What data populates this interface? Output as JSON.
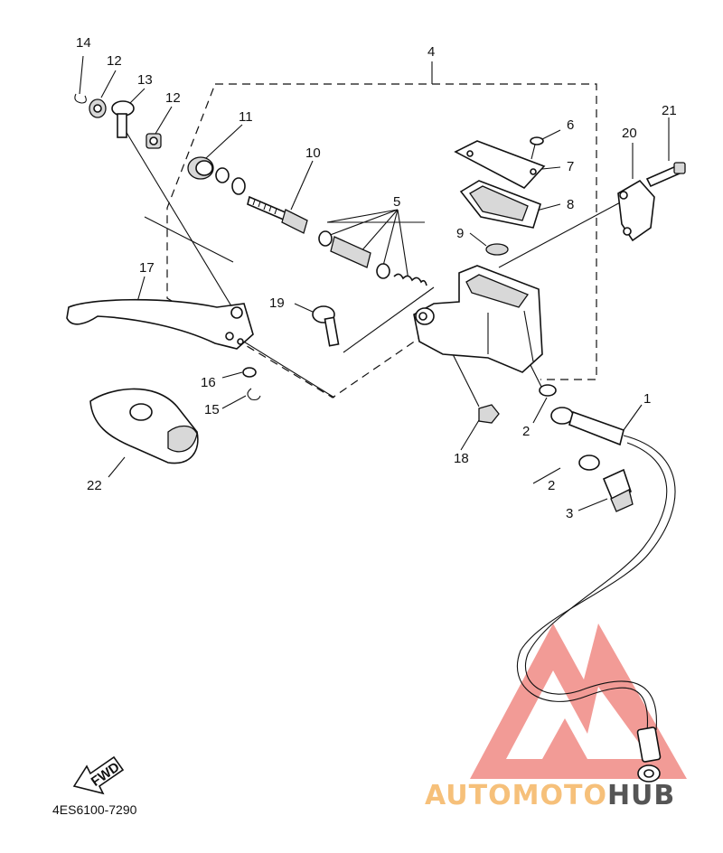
{
  "diagram": {
    "labels": {
      "p1": "1",
      "p2a": "2",
      "p2b": "2",
      "p3": "3",
      "p4": "4",
      "p5": "5",
      "p6": "6",
      "p7": "7",
      "p8": "8",
      "p9": "9",
      "p10": "10",
      "p11": "11",
      "p12a": "12",
      "p12b": "12",
      "p13": "13",
      "p14": "14",
      "p15": "15",
      "p16": "16",
      "p17": "17",
      "p18": "18",
      "p19": "19",
      "p20": "20",
      "p21": "21",
      "p22": "22"
    },
    "fwd": "FWD",
    "code": "4ES6100-7290"
  },
  "watermark": {
    "part1": "AUTOMOTO",
    "part2": "HUB",
    "colors": {
      "triangle": "#f08a84",
      "part1": "#f6c07a",
      "part2": "#555555"
    }
  }
}
